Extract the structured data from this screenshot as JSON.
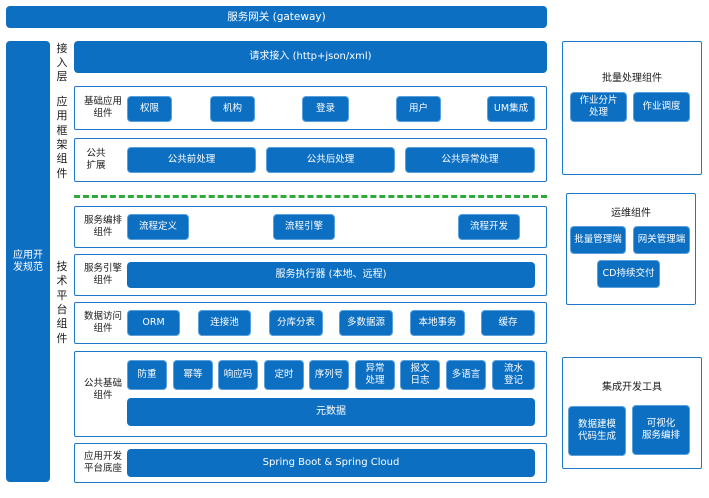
{
  "gateway": "服务网关 (gateway)",
  "app_spec": "应用开\n发规范",
  "access_layer": {
    "label": "接\n入\n层",
    "bar": "请求接入 (http+json/xml)"
  },
  "app_framework": {
    "label": "应\n用\n框\n架\n组\n件",
    "basic": {
      "label": "基础应用\n组件",
      "items": [
        "权限",
        "机构",
        "登录",
        "用户",
        "UM集成"
      ]
    },
    "public_ext": {
      "label": "公共\n扩展",
      "items": [
        "公共前处理",
        "公共后处理",
        "公共异常处理"
      ]
    }
  },
  "tech_platform": {
    "label": "技\n术\n平\n台\n组\n件",
    "orchestration": {
      "label": "服务编排\n组件",
      "items": [
        "流程定义",
        "流程引擎",
        "流程开发"
      ]
    },
    "engine": {
      "label": "服务引擎\n组件",
      "bar": "服务执行器 (本地、远程)"
    },
    "data_access": {
      "label": "数据访问\n组件",
      "items": [
        "ORM",
        "连接池",
        "分库分表",
        "多数据源",
        "本地事务",
        "缓存"
      ]
    },
    "public_basic": {
      "label": "公共基础\n组件",
      "items": [
        "防重",
        "幂等",
        "响应码",
        "定时",
        "序列号",
        "异常\n处理",
        "报文\n日志",
        "多语言",
        "流水\n登记"
      ],
      "bar": "元数据"
    },
    "base": {
      "label": "应用开发\n平台底座",
      "bar": "Spring Boot & Spring Cloud"
    }
  },
  "right": {
    "batch": {
      "title": "批量处理组件",
      "items": [
        "作业分片\n处理",
        "作业调度"
      ]
    },
    "ops": {
      "title": "运维组件",
      "items": [
        "批量管理端",
        "网关管理端",
        "CD持续交付"
      ]
    },
    "tools": {
      "title": "集成开发工具",
      "items": [
        "数据建模\n代码生成",
        "可视化\n服务编排"
      ]
    }
  }
}
